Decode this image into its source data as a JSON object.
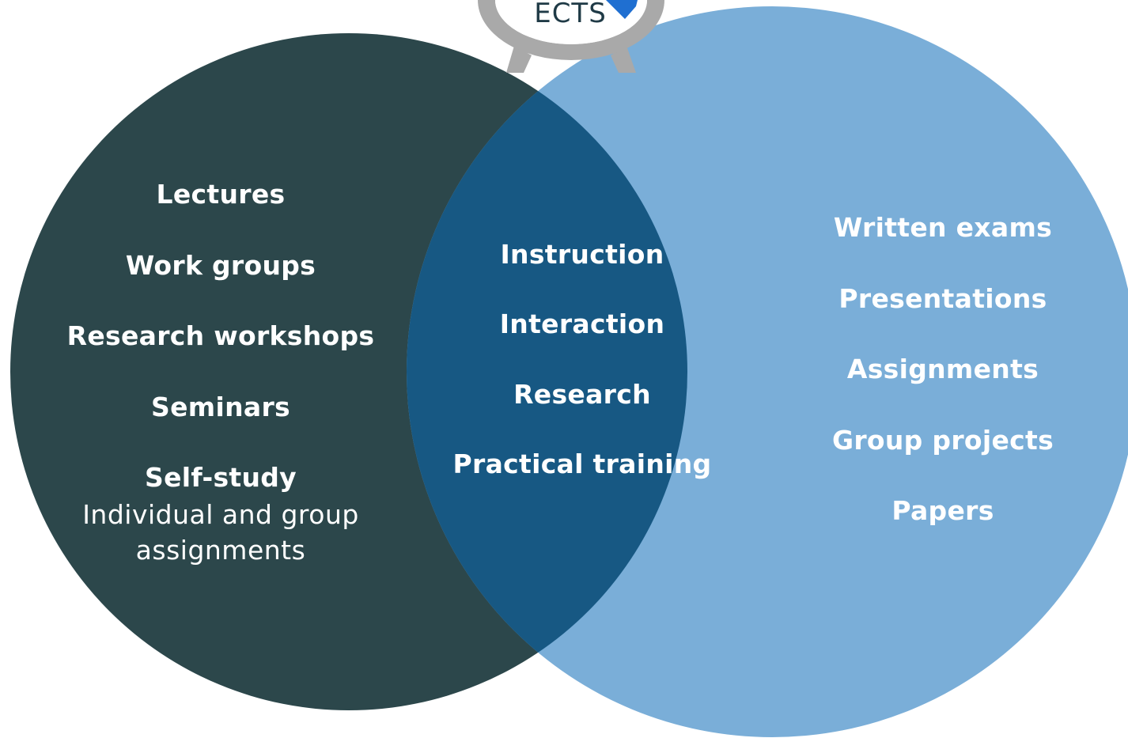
{
  "badge": {
    "label": "ECTS",
    "ring_color": "#a9a9a9",
    "accent_color": "#1f6fd1"
  },
  "colors": {
    "left_circle": "#2c474b",
    "right_circle": "#7aaed8",
    "overlap": "#175883",
    "text": "#ffffff"
  },
  "left": {
    "items": [
      "Lectures",
      "Work groups",
      "Research workshops",
      "Seminars",
      "Self-study"
    ],
    "self_study_detail": "Individual and group assignments"
  },
  "center": {
    "items": [
      "Instruction",
      "Interaction",
      "Research",
      "Practical training"
    ]
  },
  "right": {
    "items": [
      "Written exams",
      "Presentations",
      "Assignments",
      "Group projects",
      "Papers"
    ]
  }
}
